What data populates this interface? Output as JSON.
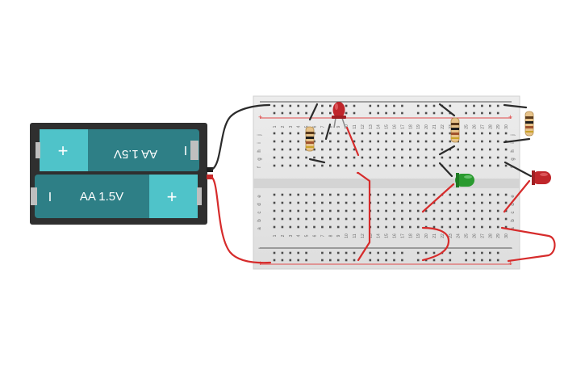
{
  "battery": {
    "cell_top_label": "AA 1.5V",
    "cell_bottom_label": "AA 1.5V",
    "plus_symbol": "+",
    "minus_symbol": "I",
    "colors": {
      "holder": "#2f2f2f",
      "cell_body": "#2e7f86",
      "cell_cap": "#4fc3c9"
    }
  },
  "breadboard": {
    "rail_plus_symbol": "+",
    "rail_minus_symbol": "−",
    "row_letters_upper": [
      "j",
      "i",
      "h",
      "g",
      "f"
    ],
    "row_letters_lower": [
      "e",
      "d",
      "c",
      "b",
      "a"
    ],
    "column_numbers": [
      "1",
      "2",
      "3",
      "4",
      "5",
      "6",
      "7",
      "8",
      "9",
      "10",
      "11",
      "12",
      "13",
      "14",
      "15",
      "16",
      "17",
      "18",
      "19",
      "20",
      "21",
      "22",
      "23",
      "24",
      "25",
      "26",
      "27",
      "28",
      "29",
      "30"
    ],
    "colors": {
      "board": "#e6e6e6",
      "rail_red": "#e04a4a",
      "rail_dark": "#555555",
      "hole": "#4a4a4a"
    }
  },
  "components": {
    "resistors": [
      "resistor-left",
      "resistor-middle",
      "resistor-right"
    ],
    "leds": [
      {
        "name": "red-led-top",
        "color": "#c0262b"
      },
      {
        "name": "green-led",
        "color": "#2a9a2f"
      },
      {
        "name": "red-led-right",
        "color": "#c0262b"
      }
    ]
  },
  "wires": {
    "colors": {
      "red": "#d62b2b",
      "black": "#2b2b2b"
    }
  }
}
